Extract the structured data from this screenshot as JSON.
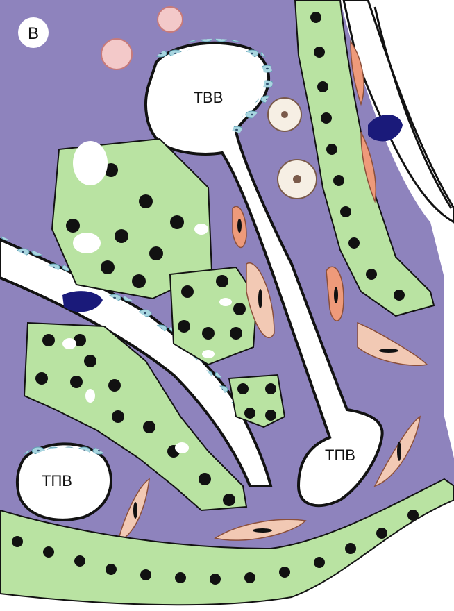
{
  "panel_label": "B",
  "labels": {
    "upper_vessel": "ТВВ",
    "lower_vessel_right": "ТПВ",
    "lower_vessel_left": "ТПВ"
  },
  "colors": {
    "tissue": "#8e83bd",
    "cell_fill": "#b9e3a2",
    "nucleus": "#111111",
    "endothelium": "#a8d6e0",
    "outline": "#121212",
    "myocyte": "#ee9a7a",
    "fibroblast": "#f2c9b4",
    "dark_cell": "#1a1a7a",
    "background": "#ffffff"
  }
}
